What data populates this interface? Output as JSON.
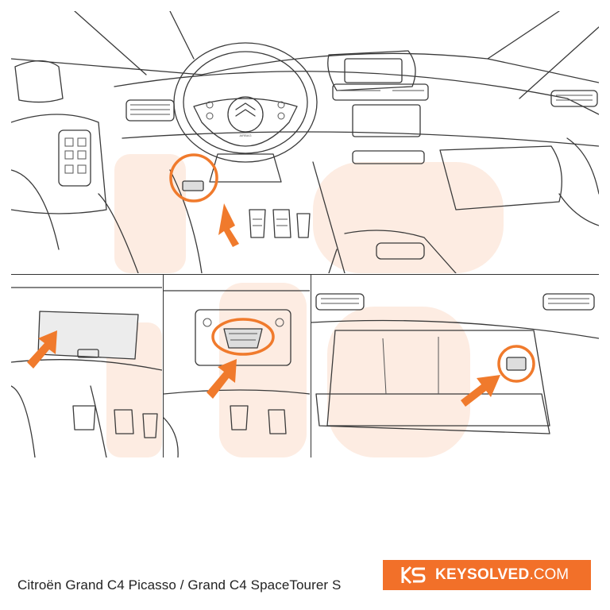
{
  "caption": "Citroën Grand C4 Picasso / Grand C4 SpaceTourer S",
  "brand": {
    "name": "KEYSOLVED",
    "tld": ".COM",
    "logo_icon": "ks-logo-icon",
    "color": "#f27029"
  },
  "colors": {
    "highlight": "#f07a2c",
    "line": "#3a3a3a",
    "watermark": "#f7b58a"
  },
  "emblem_text": "AIRBAG",
  "panels": [
    {
      "id": "main",
      "icon": "dashboard-interior-illustration"
    },
    {
      "id": "detail-1",
      "icon": "under-dash-cover-illustration"
    },
    {
      "id": "detail-2",
      "icon": "obd-port-illustration"
    },
    {
      "id": "detail-3",
      "icon": "glovebox-port-illustration"
    }
  ]
}
